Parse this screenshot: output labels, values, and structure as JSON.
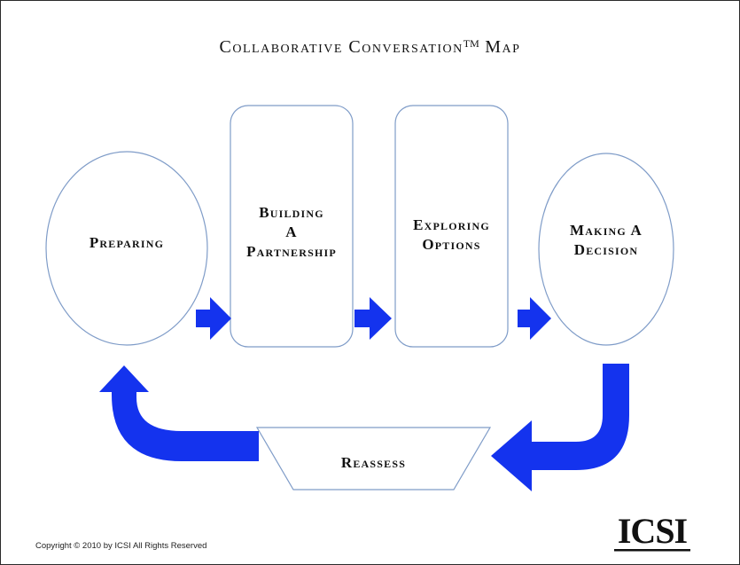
{
  "title": {
    "text": "Collaborative Conversation",
    "mark": "TM",
    "suffix": "Map"
  },
  "nodes": {
    "preparing": [
      "Preparing"
    ],
    "building": [
      "Building",
      "A",
      "Partnership"
    ],
    "exploring": [
      "Exploring",
      "Options"
    ],
    "deciding": [
      "Making A",
      "Decision"
    ],
    "reassess": [
      "Reassess"
    ]
  },
  "footer": {
    "copyright": "Copyright © 2010 by ICSI All Rights Reserved",
    "logo_text": "ICSI"
  },
  "colors": {
    "arrow": "#1433ee",
    "shape_stroke": "#7f9cc8",
    "text": "#111111"
  }
}
